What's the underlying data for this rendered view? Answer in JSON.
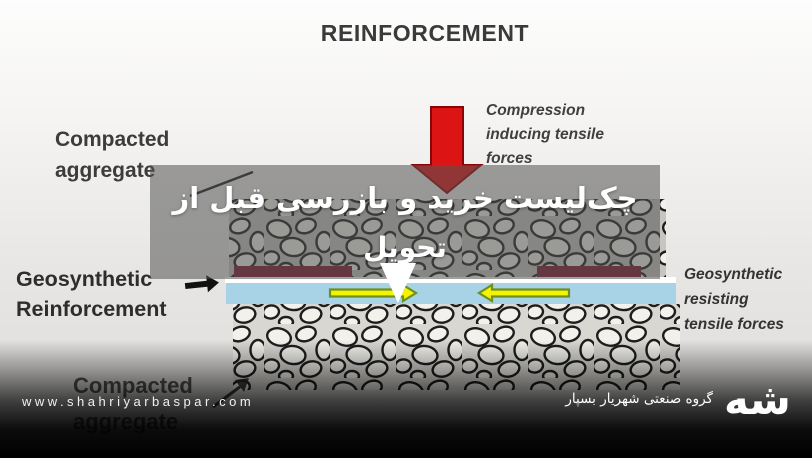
{
  "title": "REINFORCEMENT",
  "diagram": {
    "top_left_label": {
      "line1": "Compacted",
      "line2": "aggregate"
    },
    "compression_label": {
      "line1": "Compression",
      "line2": "inducing tensile",
      "line3": "forces"
    },
    "left_label": {
      "line1": "Geosynthetic",
      "line2": "Reinforcement"
    },
    "right_label": {
      "line1": "Geosynthetic",
      "line2": "resisting",
      "line3": "tensile forces"
    },
    "bottom_left_label": {
      "line1": "Compacted",
      "line2": "aggregate"
    },
    "colors": {
      "compression_arrow_red": "#dd1414",
      "geogrid_maroon": "#7c1a2e",
      "geosynthetic_blue": "#a8d3e6",
      "tension_arrow_yellow": "#f4f400",
      "tension_arrow_outline": "#6f8f1f"
    }
  },
  "overlay": {
    "line1": "چک‌لیست خرید و بازرسی قبل از",
    "line2": "تحویل"
  },
  "footer": {
    "url": "www.shahriyarbaspar.com",
    "company": "گروه صنعتی شهریار بسپار",
    "logo_text": "شه"
  }
}
